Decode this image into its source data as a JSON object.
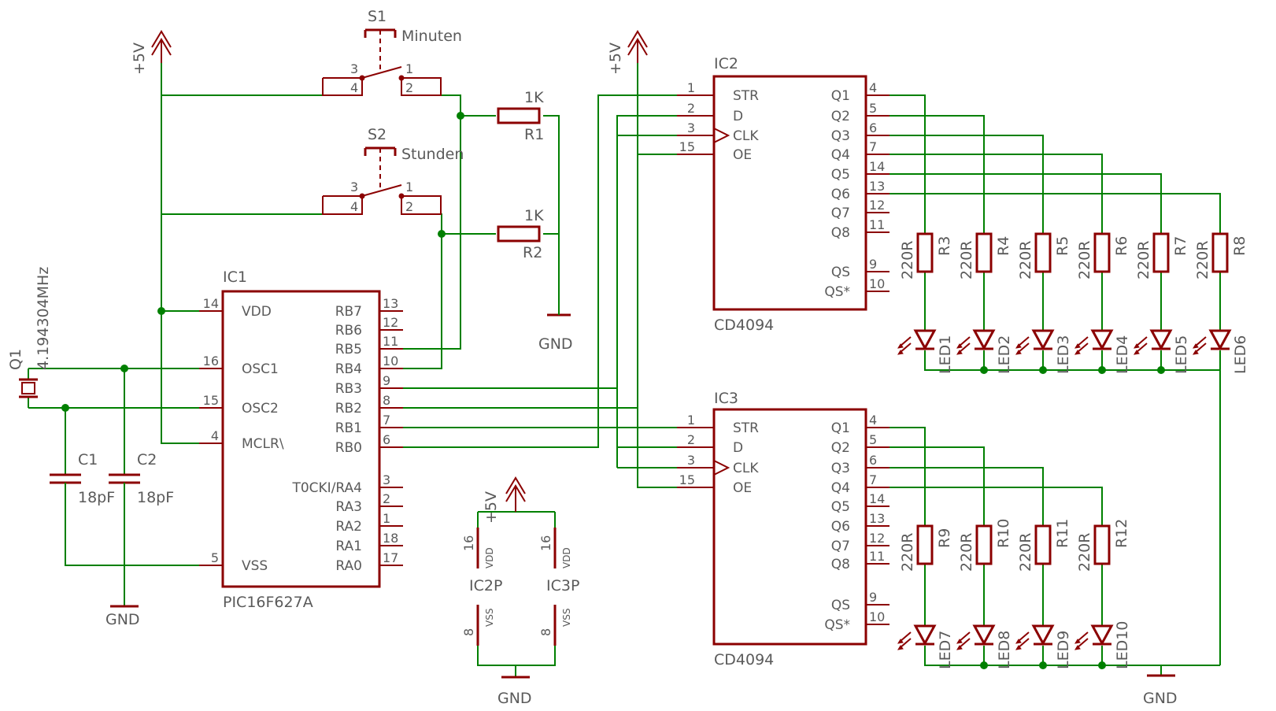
{
  "diagram": {
    "power_label": "+5V",
    "gnd_label": "GND",
    "ic1": {
      "name": "IC1",
      "part": "PIC16F627A",
      "left_pins": [
        {
          "num": "14",
          "label": "VDD"
        },
        {
          "num": "16",
          "label": "OSC1"
        },
        {
          "num": "15",
          "label": "OSC2"
        },
        {
          "num": "4",
          "label": "MCLR\\"
        },
        {
          "num": "5",
          "label": "VSS"
        }
      ],
      "right_pins": [
        {
          "num": "13",
          "label": "RB7"
        },
        {
          "num": "12",
          "label": "RB6"
        },
        {
          "num": "11",
          "label": "RB5"
        },
        {
          "num": "10",
          "label": "RB4"
        },
        {
          "num": "9",
          "label": "RB3"
        },
        {
          "num": "8",
          "label": "RB2"
        },
        {
          "num": "7",
          "label": "RB1"
        },
        {
          "num": "6",
          "label": "RB0"
        },
        {
          "num": "3",
          "label": "T0CKI/RA4"
        },
        {
          "num": "2",
          "label": "RA3"
        },
        {
          "num": "1",
          "label": "RA2"
        },
        {
          "num": "18",
          "label": "RA1"
        },
        {
          "num": "17",
          "label": "RA0"
        }
      ]
    },
    "shift_registers": [
      {
        "name": "IC2",
        "part": "CD4094",
        "left_pins": [
          {
            "num": "1",
            "label": "STR"
          },
          {
            "num": "2",
            "label": "D"
          },
          {
            "num": "3",
            "label": "CLK"
          },
          {
            "num": "15",
            "label": "OE"
          }
        ],
        "right_pins": [
          {
            "num": "4",
            "label": "Q1"
          },
          {
            "num": "5",
            "label": "Q2"
          },
          {
            "num": "6",
            "label": "Q3"
          },
          {
            "num": "7",
            "label": "Q4"
          },
          {
            "num": "14",
            "label": "Q5"
          },
          {
            "num": "13",
            "label": "Q6"
          },
          {
            "num": "12",
            "label": "Q7"
          },
          {
            "num": "11",
            "label": "Q8"
          },
          {
            "num": "9",
            "label": "QS"
          },
          {
            "num": "10",
            "label": "QS*"
          }
        ]
      },
      {
        "name": "IC3",
        "part": "CD4094",
        "left_pins": [
          {
            "num": "1",
            "label": "STR"
          },
          {
            "num": "2",
            "label": "D"
          },
          {
            "num": "3",
            "label": "CLK"
          },
          {
            "num": "15",
            "label": "OE"
          }
        ],
        "right_pins": [
          {
            "num": "4",
            "label": "Q1"
          },
          {
            "num": "5",
            "label": "Q2"
          },
          {
            "num": "6",
            "label": "Q3"
          },
          {
            "num": "7",
            "label": "Q4"
          },
          {
            "num": "14",
            "label": "Q5"
          },
          {
            "num": "13",
            "label": "Q6"
          },
          {
            "num": "12",
            "label": "Q7"
          },
          {
            "num": "11",
            "label": "Q8"
          },
          {
            "num": "9",
            "label": "QS"
          },
          {
            "num": "10",
            "label": "QS*"
          }
        ]
      }
    ],
    "switches": [
      {
        "name": "S1",
        "label": "Minuten",
        "pins": [
          "3",
          "1",
          "4",
          "2"
        ]
      },
      {
        "name": "S2",
        "label": "Stunden",
        "pins": [
          "3",
          "1",
          "4",
          "2"
        ]
      }
    ],
    "pullups": [
      {
        "name": "R1",
        "value": "1K"
      },
      {
        "name": "R2",
        "value": "1K"
      }
    ],
    "crystal": {
      "name": "Q1",
      "value": "4.194304MHz"
    },
    "capacitors": [
      {
        "name": "C1",
        "value": "18pF"
      },
      {
        "name": "C2",
        "value": "18pF"
      }
    ],
    "led_resistors_top": [
      {
        "name": "R3",
        "value": "220R"
      },
      {
        "name": "R4",
        "value": "220R"
      },
      {
        "name": "R5",
        "value": "220R"
      },
      {
        "name": "R6",
        "value": "220R"
      },
      {
        "name": "R7",
        "value": "220R"
      },
      {
        "name": "R8",
        "value": "220R"
      }
    ],
    "leds_top": [
      "LED1",
      "LED2",
      "LED3",
      "LED4",
      "LED5",
      "LED6"
    ],
    "led_resistors_bottom": [
      {
        "name": "R9",
        "value": "220R"
      },
      {
        "name": "R10",
        "value": "220R"
      },
      {
        "name": "R11",
        "value": "220R"
      },
      {
        "name": "R12",
        "value": "220R"
      }
    ],
    "leds_bottom": [
      "LED7",
      "LED8",
      "LED9",
      "LED10"
    ],
    "power_pins": {
      "ics": [
        "IC2P",
        "IC3P"
      ],
      "vdd_num": "16",
      "vdd_label": "VDD",
      "vss_num": "8",
      "vss_label": "VSS"
    },
    "colors": {
      "wire": "#008000",
      "component": "#8b0000",
      "text": "#5a5a5a",
      "background": "#ffffff"
    }
  }
}
